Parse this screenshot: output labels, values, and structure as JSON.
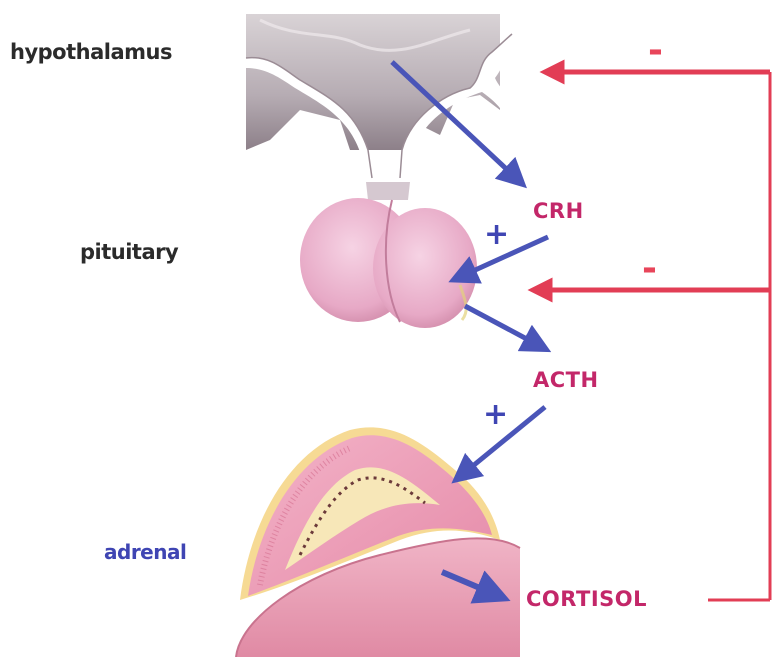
{
  "labels": {
    "hypothalamus": "hypothalamus",
    "pituitary": "pituitary",
    "adrenal": "adrenal"
  },
  "hormones": {
    "crh": "CRH",
    "acth": "ACTH",
    "cortisol": "CORTISOL"
  },
  "signs": {
    "plus_crh": "+",
    "plus_acth": "+",
    "minus_hypothalamus": "-",
    "minus_pituitary": "-"
  },
  "colors": {
    "stimulation_arrow": "#4a55b8",
    "inhibition_arrow": "#e23d55",
    "hormone_text": "#c32769",
    "organ_text": "#2b2b2b",
    "adrenal_text": "#3f45b3"
  }
}
